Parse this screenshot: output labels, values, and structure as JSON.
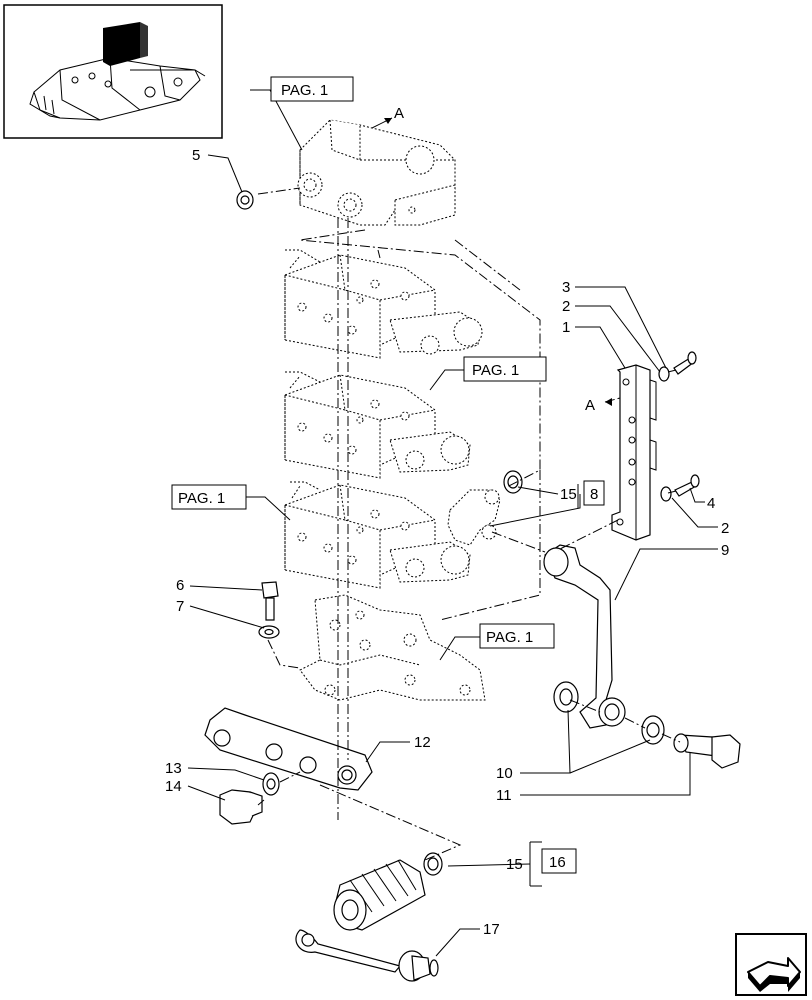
{
  "callouts": {
    "n1": "1",
    "n2a": "2",
    "n2b": "2",
    "n3": "3",
    "n4": "4",
    "n5": "5",
    "n6": "6",
    "n7": "7",
    "n8": "8",
    "n9": "9",
    "n10": "10",
    "n11": "11",
    "n12": "12",
    "n13": "13",
    "n14": "14",
    "n15a": "15",
    "n15b": "15",
    "n16": "16",
    "n17": "17"
  },
  "references": {
    "pag_top": "PAG. 1",
    "pag_mid": "PAG. 1",
    "pag_left": "PAG. 1",
    "pag_bottom": "PAG. 1"
  },
  "view_marks": {
    "a_top": "A",
    "a_bracket": "A"
  },
  "icons": {
    "thumbnail": "tractor-hydraulic-lift-thumbnail-icon",
    "nav": "next-page-arrow-icon"
  }
}
